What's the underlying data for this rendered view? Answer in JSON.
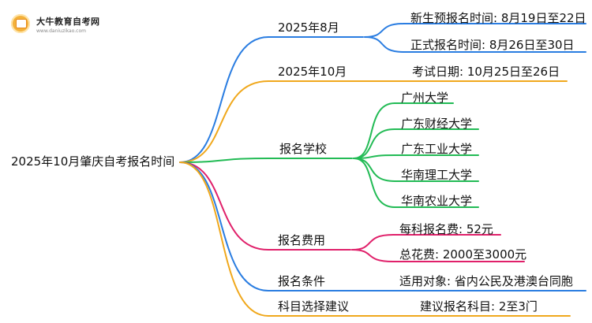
{
  "logo": {
    "title": "大牛教育自考网",
    "url": "www.daniuzikao.com"
  },
  "root": "2025年10月肇庆自考报名时间",
  "colors": {
    "blue": "#2a7de1",
    "orange": "#f0a81c",
    "green": "#22bb55",
    "pink": "#e0206a"
  },
  "branches": [
    {
      "label": "2025年8月",
      "color": "blue",
      "children": [
        "新生预报名时间: 8月19日至22日",
        "正式报名时间: 8月26日至30日"
      ]
    },
    {
      "label": "2025年10月",
      "color": "orange",
      "children": [
        "考试日期: 10月25日至26日"
      ]
    },
    {
      "label": "报名学校",
      "color": "green",
      "children": [
        "广州大学",
        "广东财经大学",
        "广东工业大学",
        "华南理工大学",
        "华南农业大学"
      ]
    },
    {
      "label": "报名费用",
      "color": "pink",
      "children": [
        "每科报名费: 52元",
        "总花费: 2000至3000元"
      ]
    },
    {
      "label": "报名条件",
      "color": "blue",
      "children": [
        "适用对象: 省内公民及港澳台同胞"
      ]
    },
    {
      "label": "科目选择建议",
      "color": "orange",
      "children": [
        "建议报名科目: 2至3门"
      ]
    }
  ]
}
